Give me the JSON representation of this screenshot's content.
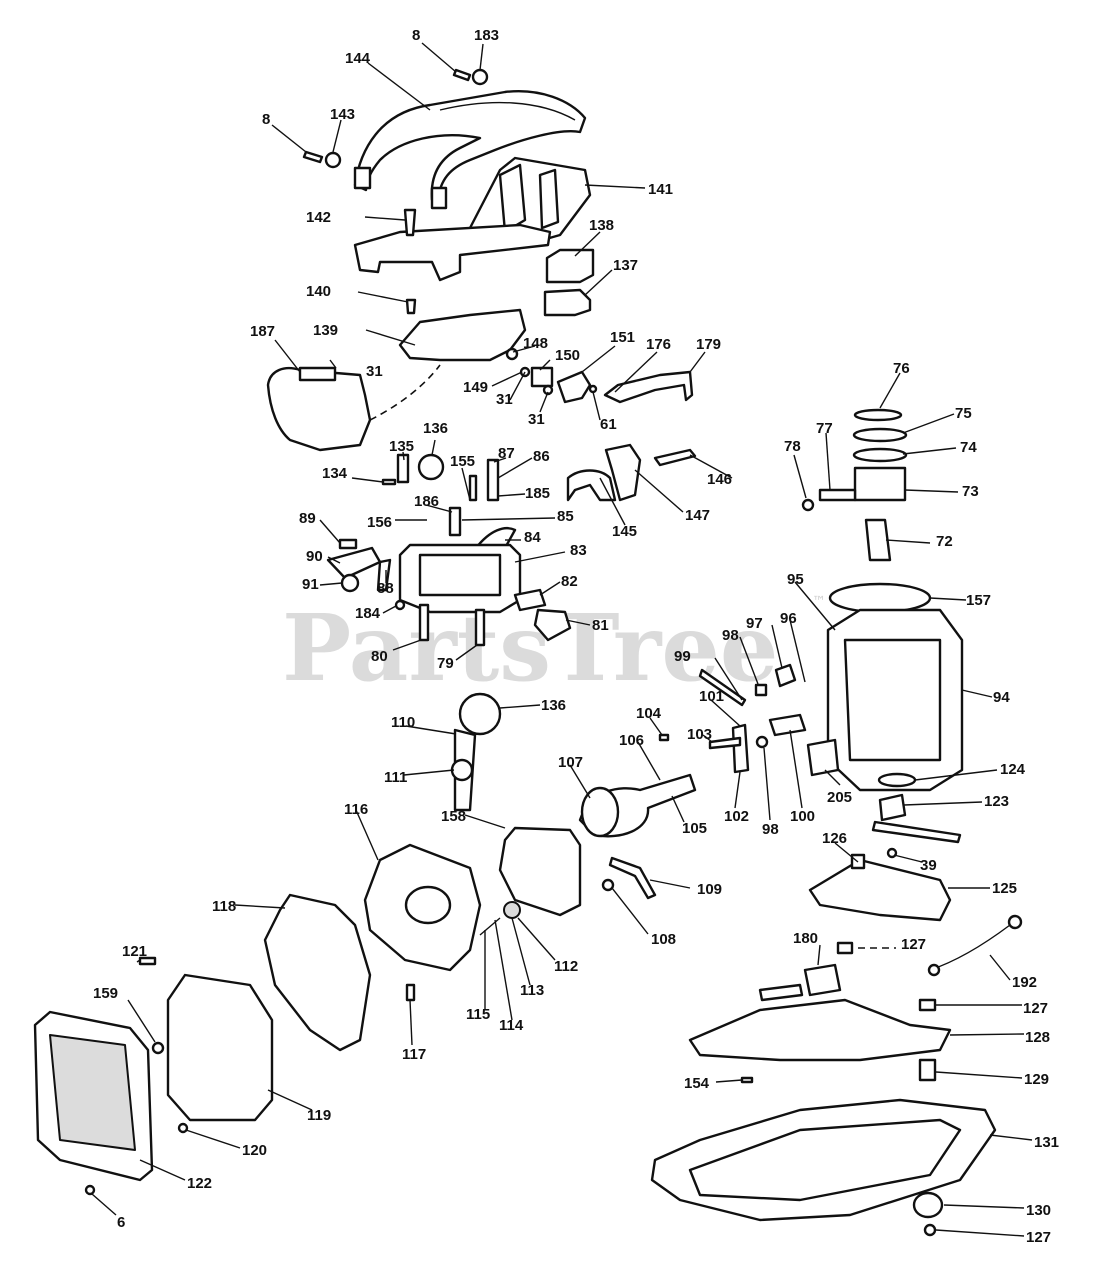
{
  "watermark": {
    "text": "PartsTree",
    "trademark": "™"
  },
  "callouts": [
    {
      "id": "c-8a",
      "label": "8"
    },
    {
      "id": "c-183",
      "label": "183"
    },
    {
      "id": "c-144",
      "label": "144"
    },
    {
      "id": "c-8b",
      "label": "8"
    },
    {
      "id": "c-143",
      "label": "143"
    },
    {
      "id": "c-141",
      "label": "141"
    },
    {
      "id": "c-142",
      "label": "142"
    },
    {
      "id": "c-138",
      "label": "138"
    },
    {
      "id": "c-137",
      "label": "137"
    },
    {
      "id": "c-140",
      "label": "140"
    },
    {
      "id": "c-139",
      "label": "139"
    },
    {
      "id": "c-187",
      "label": "187"
    },
    {
      "id": "c-148",
      "label": "148"
    },
    {
      "id": "c-150",
      "label": "150"
    },
    {
      "id": "c-151",
      "label": "151"
    },
    {
      "id": "c-176",
      "label": "176"
    },
    {
      "id": "c-179",
      "label": "179"
    },
    {
      "id": "c-31a",
      "label": "31"
    },
    {
      "id": "c-149",
      "label": "149"
    },
    {
      "id": "c-31b",
      "label": "31"
    },
    {
      "id": "c-31c",
      "label": "31"
    },
    {
      "id": "c-61",
      "label": "61"
    },
    {
      "id": "c-76",
      "label": "76"
    },
    {
      "id": "c-75",
      "label": "75"
    },
    {
      "id": "c-74",
      "label": "74"
    },
    {
      "id": "c-73",
      "label": "73"
    },
    {
      "id": "c-78",
      "label": "78"
    },
    {
      "id": "c-77",
      "label": "77"
    },
    {
      "id": "c-72",
      "label": "72"
    },
    {
      "id": "c-136a",
      "label": "136"
    },
    {
      "id": "c-135",
      "label": "135"
    },
    {
      "id": "c-134",
      "label": "134"
    },
    {
      "id": "c-155",
      "label": "155"
    },
    {
      "id": "c-87",
      "label": "87"
    },
    {
      "id": "c-86",
      "label": "86"
    },
    {
      "id": "c-185",
      "label": "185"
    },
    {
      "id": "c-85",
      "label": "85"
    },
    {
      "id": "c-84",
      "label": "84"
    },
    {
      "id": "c-83",
      "label": "83"
    },
    {
      "id": "c-186",
      "label": "186"
    },
    {
      "id": "c-156",
      "label": "156"
    },
    {
      "id": "c-89",
      "label": "89"
    },
    {
      "id": "c-90",
      "label": "90"
    },
    {
      "id": "c-91",
      "label": "91"
    },
    {
      "id": "c-88",
      "label": "88"
    },
    {
      "id": "c-82",
      "label": "82"
    },
    {
      "id": "c-81",
      "label": "81"
    },
    {
      "id": "c-184",
      "label": "184"
    },
    {
      "id": "c-80",
      "label": "80"
    },
    {
      "id": "c-79",
      "label": "79"
    },
    {
      "id": "c-145",
      "label": "145"
    },
    {
      "id": "c-147",
      "label": "147"
    },
    {
      "id": "c-146",
      "label": "146"
    },
    {
      "id": "c-95",
      "label": "95"
    },
    {
      "id": "c-157",
      "label": "157"
    },
    {
      "id": "c-98a",
      "label": "98"
    },
    {
      "id": "c-97",
      "label": "97"
    },
    {
      "id": "c-96",
      "label": "96"
    },
    {
      "id": "c-99",
      "label": "99"
    },
    {
      "id": "c-94",
      "label": "94"
    },
    {
      "id": "c-136b",
      "label": "136"
    },
    {
      "id": "c-110",
      "label": "110"
    },
    {
      "id": "c-111",
      "label": "111"
    },
    {
      "id": "c-104",
      "label": "104"
    },
    {
      "id": "c-101",
      "label": "101"
    },
    {
      "id": "c-103",
      "label": "103"
    },
    {
      "id": "c-106",
      "label": "106"
    },
    {
      "id": "c-107",
      "label": "107"
    },
    {
      "id": "c-105",
      "label": "105"
    },
    {
      "id": "c-102",
      "label": "102"
    },
    {
      "id": "c-98b",
      "label": "98"
    },
    {
      "id": "c-100",
      "label": "100"
    },
    {
      "id": "c-205",
      "label": "205"
    },
    {
      "id": "c-124",
      "label": "124"
    },
    {
      "id": "c-123",
      "label": "123"
    },
    {
      "id": "c-116",
      "label": "116"
    },
    {
      "id": "c-158",
      "label": "158"
    },
    {
      "id": "c-126",
      "label": "126"
    },
    {
      "id": "c-39",
      "label": "39"
    },
    {
      "id": "c-125",
      "label": "125"
    },
    {
      "id": "c-109",
      "label": "109"
    },
    {
      "id": "c-108",
      "label": "108"
    },
    {
      "id": "c-118",
      "label": "118"
    },
    {
      "id": "c-112",
      "label": "112"
    },
    {
      "id": "c-113",
      "label": "113"
    },
    {
      "id": "c-114",
      "label": "114"
    },
    {
      "id": "c-115",
      "label": "115"
    },
    {
      "id": "c-180",
      "label": "180"
    },
    {
      "id": "c-127a",
      "label": "127"
    },
    {
      "id": "c-192",
      "label": "192"
    },
    {
      "id": "c-121",
      "label": "121"
    },
    {
      "id": "c-159",
      "label": "159"
    },
    {
      "id": "c-127b",
      "label": "127"
    },
    {
      "id": "c-128",
      "label": "128"
    },
    {
      "id": "c-117",
      "label": "117"
    },
    {
      "id": "c-119",
      "label": "119"
    },
    {
      "id": "c-154",
      "label": "154"
    },
    {
      "id": "c-129",
      "label": "129"
    },
    {
      "id": "c-120",
      "label": "120"
    },
    {
      "id": "c-122",
      "label": "122"
    },
    {
      "id": "c-131",
      "label": "131"
    },
    {
      "id": "c-6",
      "label": "6"
    },
    {
      "id": "c-130",
      "label": "130"
    },
    {
      "id": "c-127c",
      "label": "127"
    }
  ]
}
